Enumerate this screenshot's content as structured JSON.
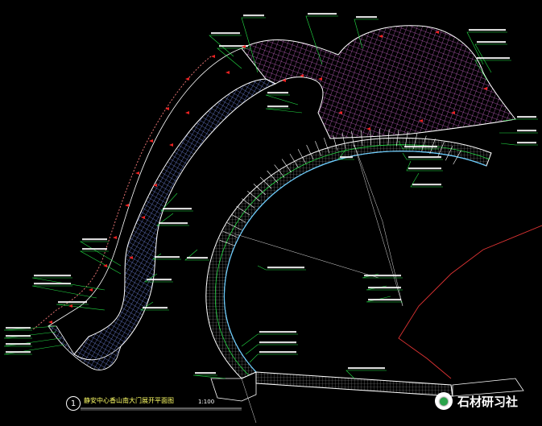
{
  "drawing": {
    "detail_number": "1",
    "title": "静安中心香山南大门展开平面图",
    "scale": "1:100"
  },
  "watermark": {
    "text": "石材研习社",
    "logo_icon": "wechat-icon"
  },
  "colors": {
    "background": "#000000",
    "paving_outer": "#6b7fd4",
    "paving_plaza": "#c060c0",
    "leader_green": "#22dd44",
    "arrow_red": "#ee2222",
    "edge_white": "#ffffff",
    "inner_ring_cyan": "#66ccff",
    "text_white": "#ffffff"
  }
}
